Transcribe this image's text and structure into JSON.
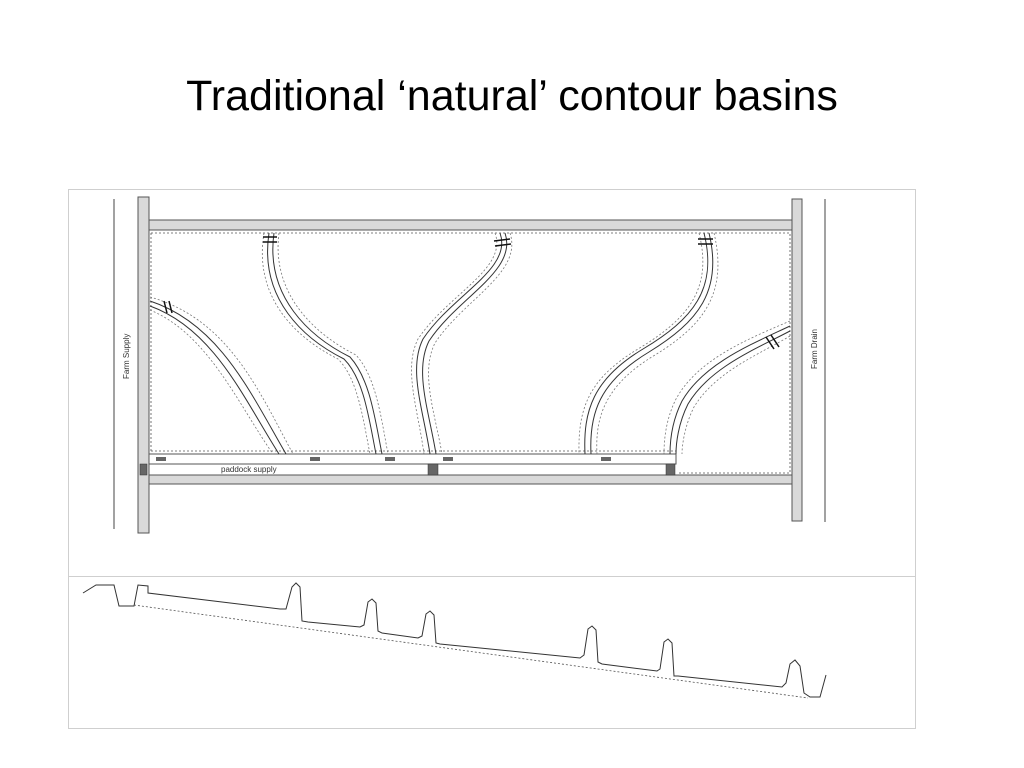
{
  "slide": {
    "title": "Traditional ‘natural’ contour basins"
  },
  "diagram": {
    "plan_view": {
      "labels": {
        "farm_supply": "Farm Supply",
        "farm_drain": "Farm Drain",
        "paddock_supply": "paddock supply"
      },
      "channel_count": 2,
      "contour_bank_count": 5
    },
    "profile_view": {
      "bank_peaks": 7
    },
    "colors": {
      "channel_fill": "#d9d9d9",
      "line": "#333333",
      "frame": "#c8c8c8"
    }
  }
}
